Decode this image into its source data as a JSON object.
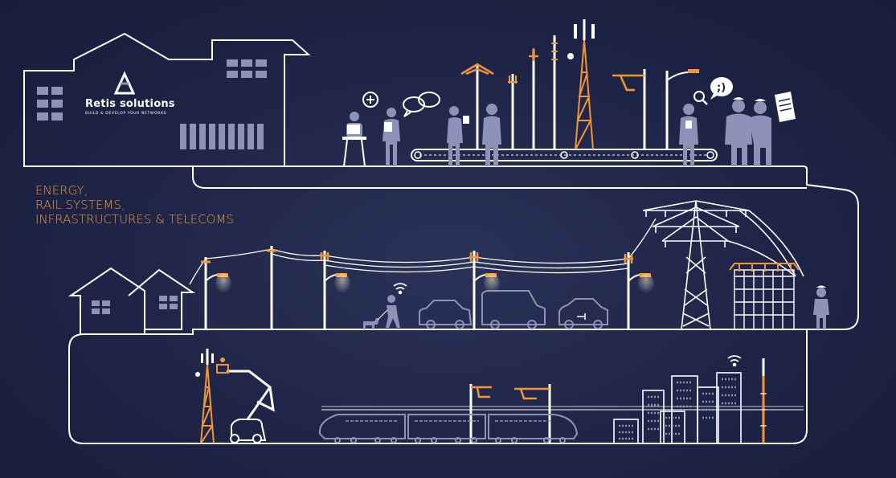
{
  "brand": {
    "name": "Retis solutions",
    "tagline": "BUILD & DEVELOP YOUR NETWORKS"
  },
  "headline": {
    "lines": [
      "ENERGY,",
      "RAIL SYSTEMS,",
      "INFRASTRUCTURES & TELECOMS"
    ]
  },
  "colors": {
    "background": "#1e2446",
    "line": "#ffffff",
    "accent": "#f0953c",
    "figure": "#8d93b8"
  },
  "icons": {
    "speech": ";)",
    "plus": "+"
  }
}
